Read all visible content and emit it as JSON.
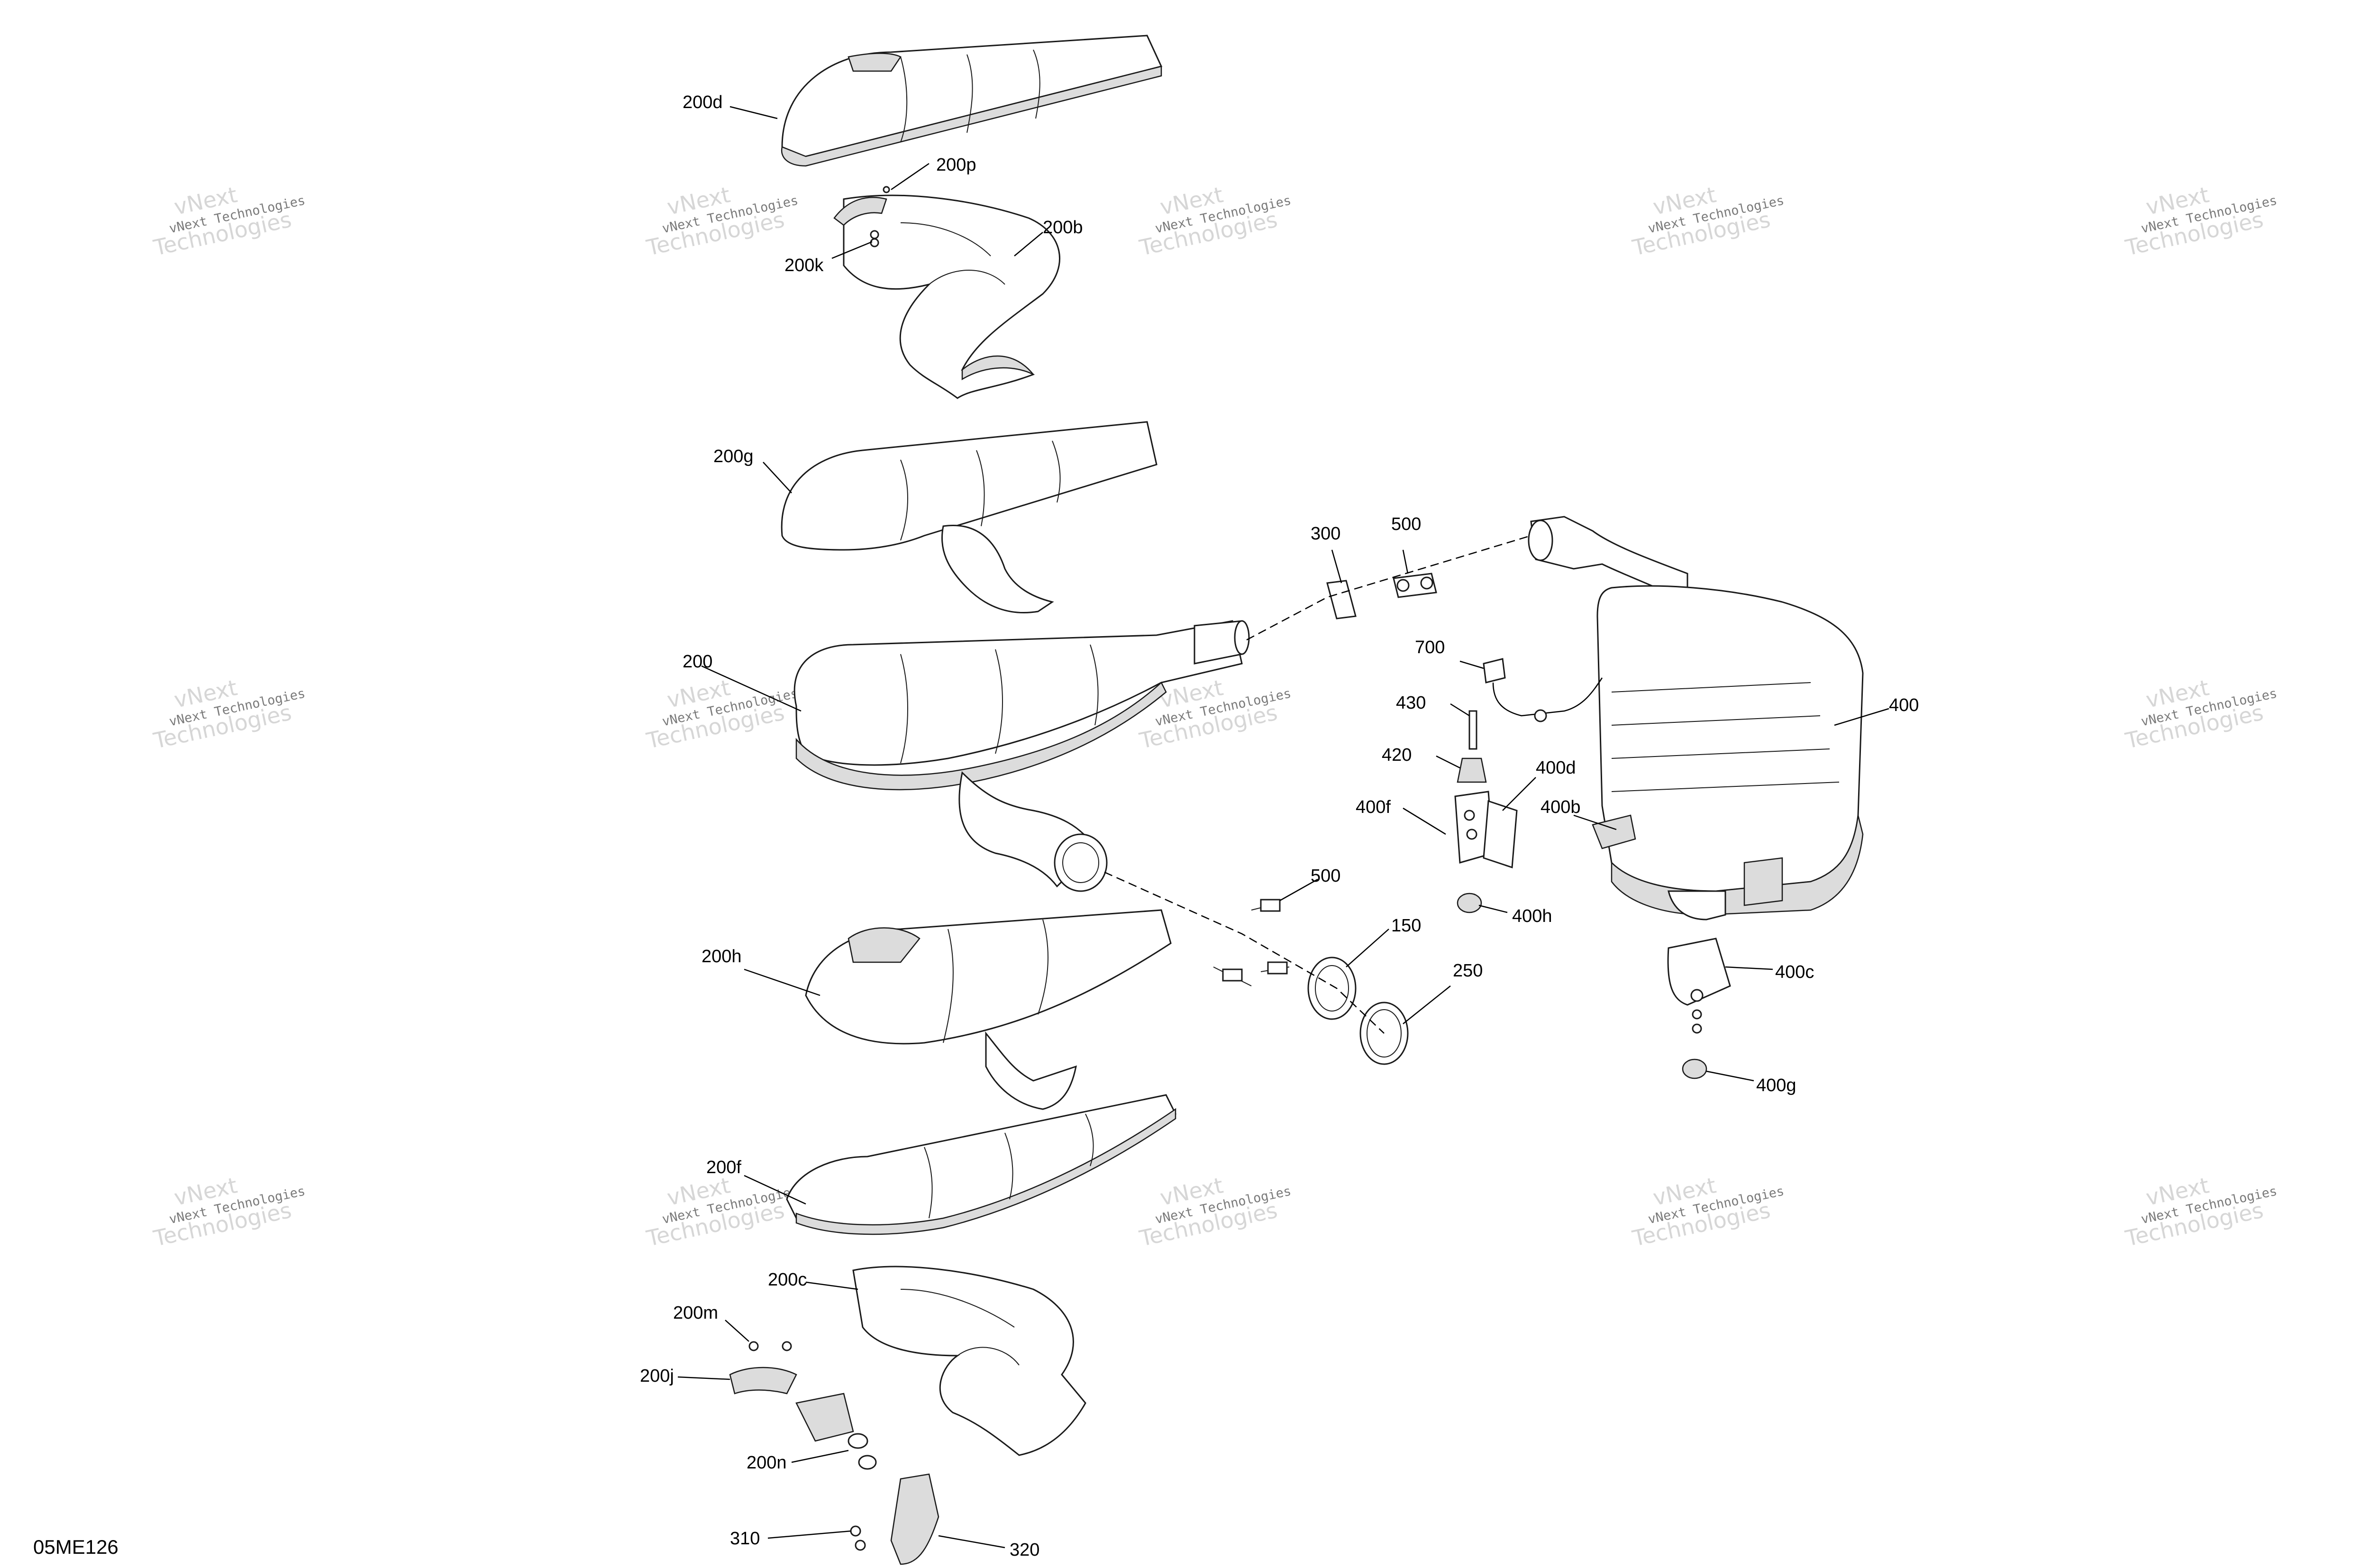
{
  "figure_id": "05ME126",
  "watermark": {
    "line1": "vNext Technologies",
    "line2": "Technologies",
    "line3": "vNext"
  },
  "callouts": {
    "c200d": "200d",
    "c200p": "200p",
    "c200b": "200b",
    "c200k": "200k",
    "c200g": "200g",
    "c200": "200",
    "c300": "300",
    "c500a": "500",
    "c700": "700",
    "c430": "430",
    "c420": "420",
    "c400d": "400d",
    "c400f": "400f",
    "c400b": "400b",
    "c400": "400",
    "c400h": "400h",
    "c500b": "500",
    "c150": "150",
    "c250": "250",
    "c200h": "200h",
    "c400c": "400c",
    "c400g": "400g",
    "c200f": "200f",
    "c200c": "200c",
    "c200m": "200m",
    "c200j": "200j",
    "c200n": "200n",
    "c310": "310",
    "c320": "320"
  }
}
